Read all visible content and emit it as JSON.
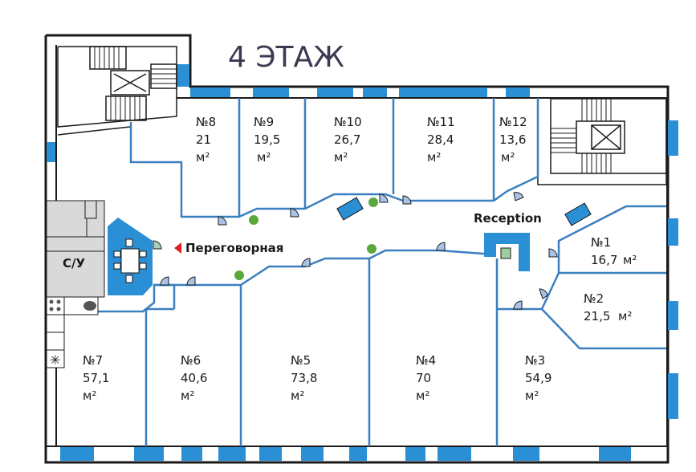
{
  "floor_title": "4 ЭТАЖ",
  "labels": {
    "reception": "Reception",
    "meeting_room": "Переговорная",
    "wc": "С/У"
  },
  "colors": {
    "wall": "#1a1a1a",
    "window": "#2a8fd4",
    "partition": "#3a7fc0",
    "wc_fill": "#d9d9d9",
    "meeting_fill": "#2a8fd4",
    "door_fill": "#a9c3e6",
    "plant": "#5aa83c",
    "marker": "#e02020"
  },
  "rooms": [
    {
      "number": "№8",
      "area": "21",
      "unit": "м²"
    },
    {
      "number": "№9",
      "area": "19,5",
      "unit": "м²"
    },
    {
      "number": "№10",
      "area": "26,7",
      "unit": "м²"
    },
    {
      "number": "№11",
      "area": "28,4",
      "unit": "м²"
    },
    {
      "number": "№12",
      "area": "13,6",
      "unit": "м²"
    },
    {
      "number": "№1",
      "area": "16,7",
      "unit": "м²"
    },
    {
      "number": "№2",
      "area": "21,5",
      "unit": "м²"
    },
    {
      "number": "№3",
      "area": "54,9",
      "unit": "м²"
    },
    {
      "number": "№4",
      "area": "70",
      "unit": "м²"
    },
    {
      "number": "№5",
      "area": "73,8",
      "unit": "м²"
    },
    {
      "number": "№6",
      "area": "40,6",
      "unit": "м²"
    },
    {
      "number": "№7",
      "area": "57,1",
      "unit": "м²"
    }
  ]
}
